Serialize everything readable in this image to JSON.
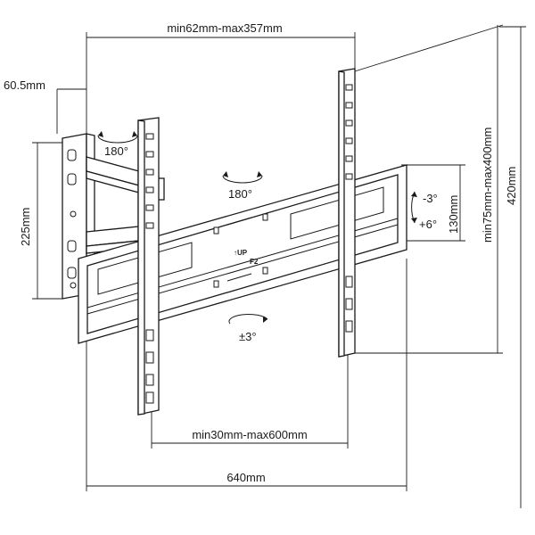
{
  "dimensions": {
    "depth_range": "min62mm-max357mm",
    "wall_plate_depth": "60.5mm",
    "wall_plate_height": "225mm",
    "vesa_vertical": "min75mm-max400mm",
    "overall_height": "420mm",
    "rail_height": "130mm",
    "vesa_horizontal": "min30mm-max600mm",
    "overall_width": "640mm"
  },
  "rotations": {
    "arm_swivel": "180°",
    "plate_swivel": "180°",
    "level_adjust": "±3°",
    "tilt_up": "-3°",
    "tilt_down": "+6°"
  },
  "markings": {
    "up_label": "↑UP",
    "part_code": "F2"
  }
}
